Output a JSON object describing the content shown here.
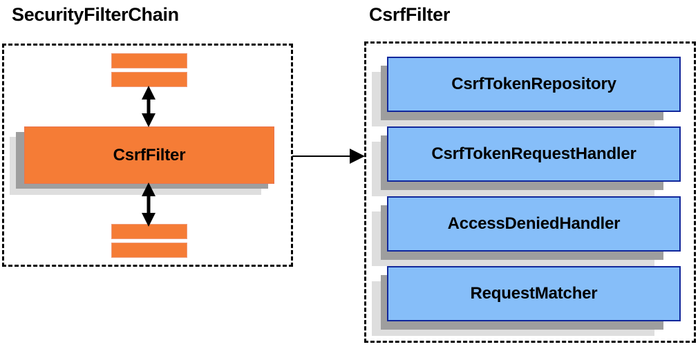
{
  "diagram": {
    "title_left": "SecurityFilterChain",
    "title_right": "CsrfFilter",
    "colors": {
      "orange_fill": "#F57C36",
      "blue_fill": "#86BEF9",
      "blue_border": "#11279B",
      "shadow_dark": "#9E9E9E",
      "shadow_light": "#DEDEDE",
      "frame_border": "#000000",
      "arrow": "#000000"
    }
  },
  "left_panel": {
    "title": "SecurityFilterChain",
    "top_filters": [
      {
        "label": ""
      },
      {
        "label": ""
      }
    ],
    "main_box": {
      "label": "CsrfFilter"
    },
    "bottom_filters": [
      {
        "label": ""
      },
      {
        "label": ""
      }
    ],
    "arrows": [
      {
        "name": "arrow-top-bidirectional",
        "direction": "bidirectional"
      },
      {
        "name": "arrow-bottom-bidirectional",
        "direction": "bidirectional"
      }
    ]
  },
  "right_panel": {
    "title": "CsrfFilter",
    "collaborators": [
      {
        "label": "CsrfTokenRepository"
      },
      {
        "label": "CsrfTokenRequestHandler"
      },
      {
        "label": "AccessDeniedHandler"
      },
      {
        "label": "RequestMatcher"
      }
    ]
  },
  "connector": {
    "name": "panel-link-arrow",
    "direction": "left-to-right",
    "label": ""
  }
}
